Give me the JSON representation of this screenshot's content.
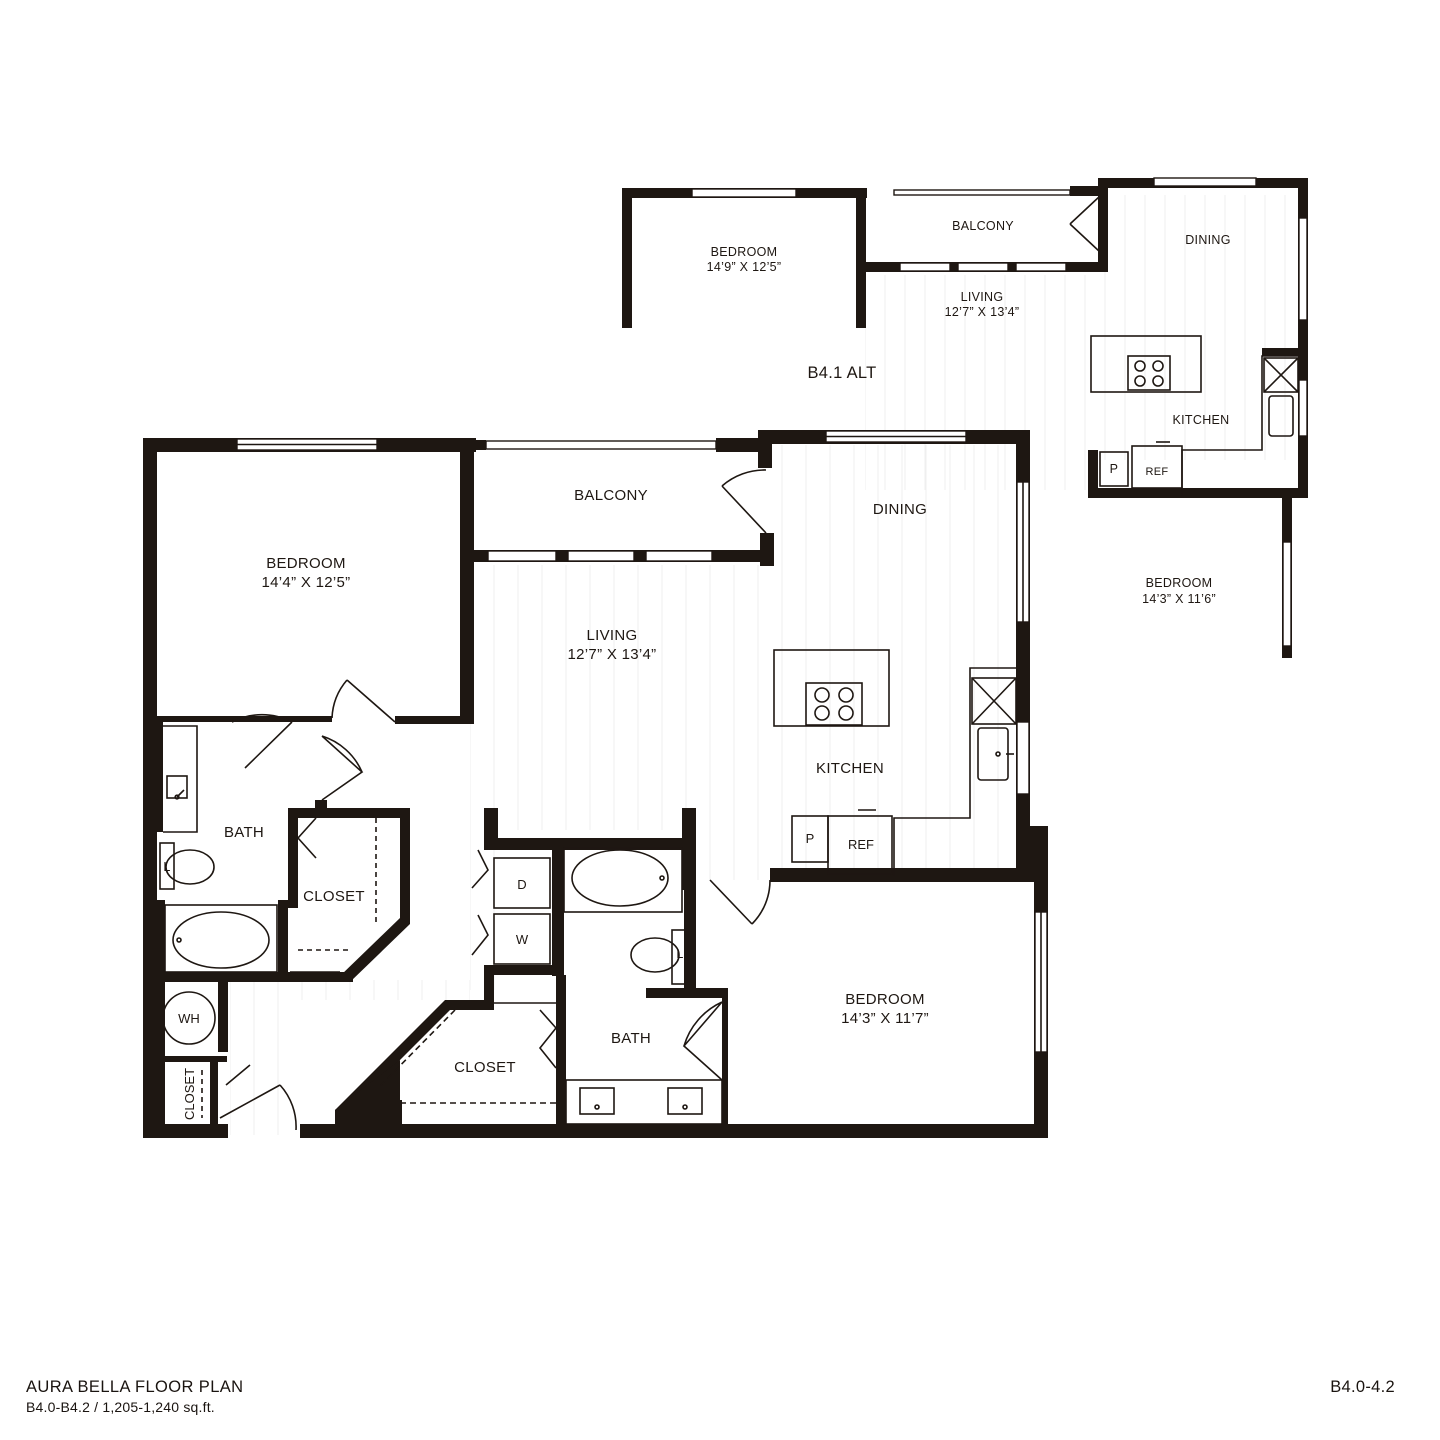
{
  "footer": {
    "title": "AURA BELLA FLOOR PLAN",
    "subtitle": "B4.0-B4.2 / 1,205-1,240 sq.ft.",
    "code": "B4.0-4.2"
  },
  "main_plan": {
    "bedroom_1": {
      "name": "BEDROOM",
      "size": "14’4” X 12’5”"
    },
    "balcony": {
      "name": "BALCONY"
    },
    "dining": {
      "name": "DINING"
    },
    "living": {
      "name": "LIVING",
      "size": "12’7” X 13’4”"
    },
    "kitchen": {
      "name": "KITCHEN"
    },
    "bath_1": {
      "name": "BATH"
    },
    "closet_1": {
      "name": "CLOSET"
    },
    "dryer": "D",
    "washer": "W",
    "bath_2": {
      "name": "BATH"
    },
    "closet_2": {
      "name": "CLOSET"
    },
    "closet_3": {
      "name": "CLOSET"
    },
    "water_heater": "WH",
    "bedroom_2": {
      "name": "BEDROOM",
      "size": "14’3” X 11’7”"
    },
    "pantry": "P",
    "fridge": "REF",
    "linen_1": "L",
    "linen_2": "L"
  },
  "alt_plan": {
    "label": "B4.1 ALT",
    "bedroom_1": {
      "name": "BEDROOM",
      "size": "14’9” X 12’5”"
    },
    "balcony": {
      "name": "BALCONY"
    },
    "living": {
      "name": "LIVING",
      "size": "12’7” X 13’4”"
    },
    "dining": {
      "name": "DINING"
    },
    "kitchen": {
      "name": "KITCHEN"
    },
    "pantry": "P",
    "fridge": "REF",
    "bedroom_2": {
      "name": "BEDROOM",
      "size": "14’3” X 11’6”"
    }
  }
}
